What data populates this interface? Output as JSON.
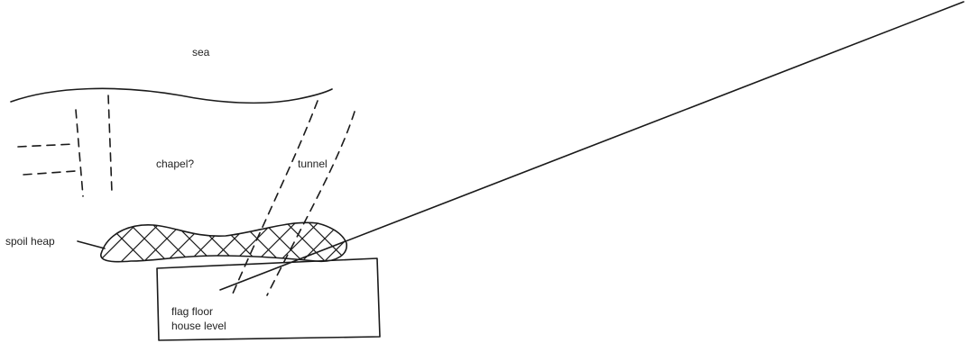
{
  "labels": {
    "sea": "sea",
    "chapel": "chapel?",
    "tunnel": "tunnel",
    "spoil_heap": "spoil heap",
    "flag_floor": "flag floor",
    "house_level": "house level"
  }
}
